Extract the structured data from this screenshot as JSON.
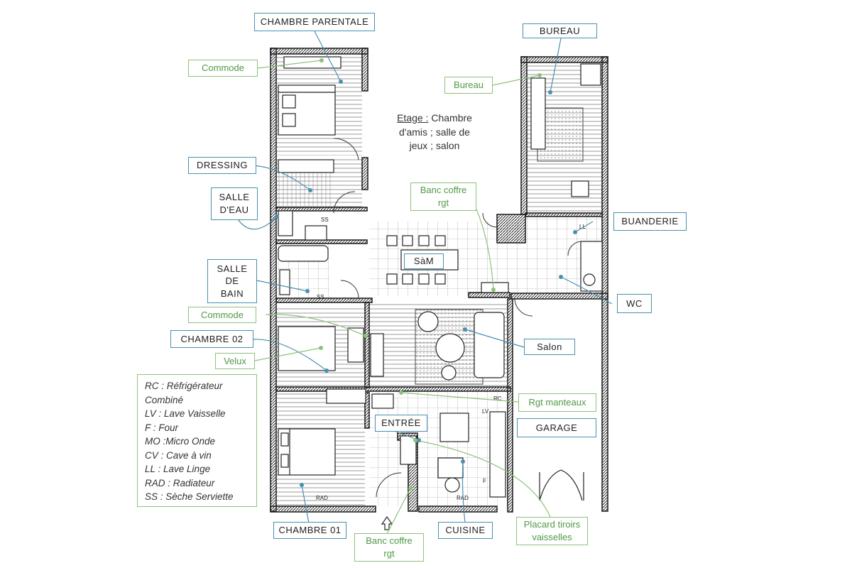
{
  "rooms": {
    "chambre_parentale": "CHAMBRE PARENTALE",
    "bureau": "BUREAU",
    "dressing": "DRESSING",
    "salle_deau_1": "SALLE",
    "salle_deau_2": "D'EAU",
    "buanderie": "BUANDERIE",
    "salle_de_bain_1": "SALLE",
    "salle_de_bain_2": "DE",
    "salle_de_bain_3": "BAIN",
    "wc": "WC",
    "chambre_02": "CHAMBRE 02",
    "salon": "Salon",
    "garage": "GARAGE",
    "entree": "ENTRÉE",
    "chambre_01": "CHAMBRE 01",
    "cuisine": "CUISINE",
    "sam": "SàM"
  },
  "furniture": {
    "commode_top": "Commode",
    "bureau": "Bureau",
    "banc_coffre_top_1": "Banc coffre",
    "banc_coffre_top_2": "rgt",
    "commode_mid": "Commode",
    "velux": "Velux",
    "rgt_manteaux": "Rgt manteaux",
    "banc_coffre_bottom_1": "Banc coffre",
    "banc_coffre_bottom_2": "rgt",
    "placard_1": "Placard tiroirs",
    "placard_2": "vaisselles"
  },
  "note": {
    "title": "Etage :",
    "line1": " Chambre",
    "line2": "d'amis ; salle de",
    "line3": "jeux ; salon"
  },
  "legend": [
    "RC : Réfrigérateur",
    "Combiné",
    "LV : Lave Vaisselle",
    "F : Four",
    "MO :Micro Onde",
    "CV : Cave à vin",
    "LL : Lave Linge",
    "RAD : Radiateur",
    "SS : Sèche Serviette"
  ],
  "plan_marks": {
    "ss1": "SS",
    "ss2": "SS",
    "ll": "LL",
    "rc": "RC",
    "lv": "LV",
    "f": "F",
    "rad1": "RAD",
    "rad2": "RAD"
  },
  "colors": {
    "blue": "#4a8fb0",
    "green": "#8cc27a",
    "wall": "#1a1a1a"
  }
}
